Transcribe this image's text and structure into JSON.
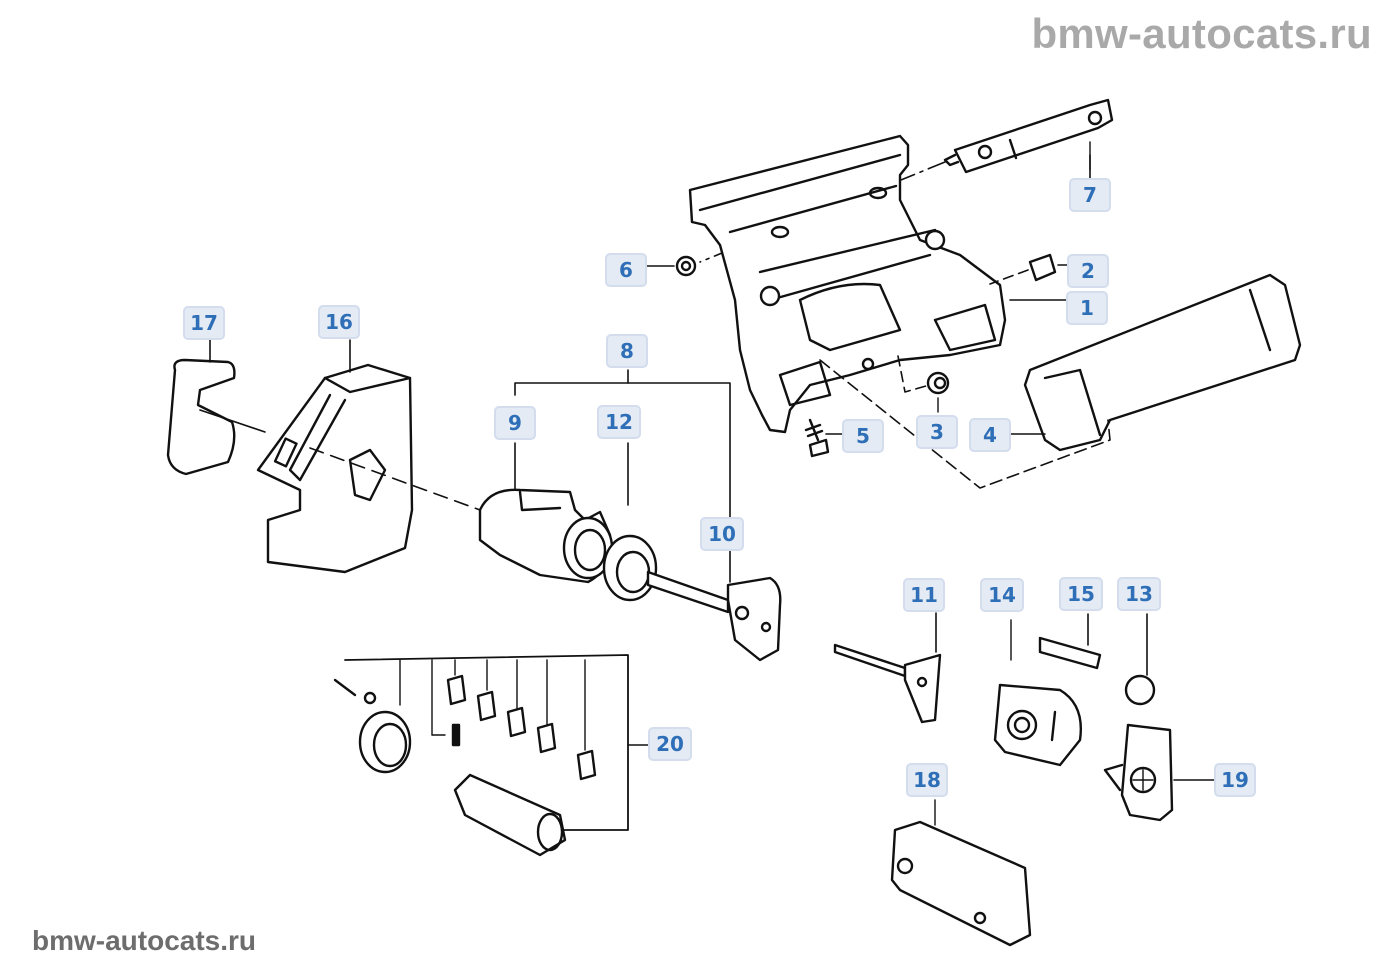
{
  "watermark_top": "bmw-autocats.ru",
  "watermark_bottom": "bmw-autocats.ru",
  "diagram": {
    "subject": "Door handle / lock cylinder assembly exploded view",
    "label_style": {
      "background": "#e4ebf4",
      "border": "#d3dded",
      "text": "#2f6fb7"
    },
    "callouts": [
      {
        "id": "1",
        "part": "handle-carrier"
      },
      {
        "id": "2",
        "part": "rubber-buffer"
      },
      {
        "id": "3",
        "part": "grommet"
      },
      {
        "id": "4",
        "part": "outer-handle"
      },
      {
        "id": "5",
        "part": "screw"
      },
      {
        "id": "6",
        "part": "nut"
      },
      {
        "id": "7",
        "part": "lever-rod"
      },
      {
        "id": "8",
        "part": "lock-cylinder-set"
      },
      {
        "id": "9",
        "part": "lock-cylinder-housing"
      },
      {
        "id": "10",
        "part": "key"
      },
      {
        "id": "11",
        "part": "key-blank"
      },
      {
        "id": "12",
        "part": "seal-ring"
      },
      {
        "id": "13",
        "part": "cap"
      },
      {
        "id": "14",
        "part": "key-head-cover"
      },
      {
        "id": "15",
        "part": "pin"
      },
      {
        "id": "16",
        "part": "lock-bracket"
      },
      {
        "id": "17",
        "part": "clip"
      },
      {
        "id": "18",
        "part": "key-card"
      },
      {
        "id": "19",
        "part": "key-head"
      },
      {
        "id": "20",
        "part": "repair-kit-lock-cylinder"
      }
    ]
  }
}
